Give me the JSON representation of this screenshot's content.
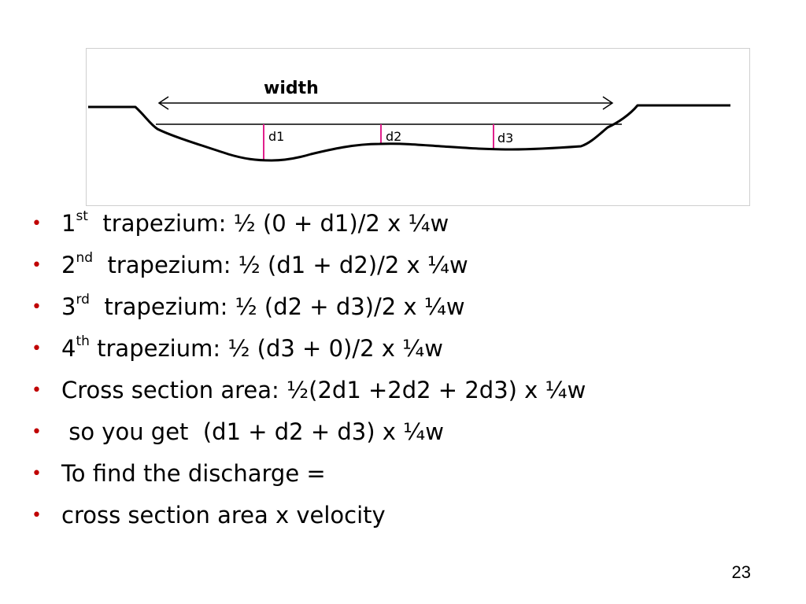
{
  "slide": {
    "page_number": "23",
    "bullet_color": "#c00000",
    "marker_color": "#e0208c"
  },
  "diagram": {
    "width_label": "width",
    "depth_labels": [
      "d1",
      "d2",
      "d3"
    ]
  },
  "bullets": [
    {
      "ord": "1",
      "sup": "st",
      "text": "  trapezium: ½ (0 + d1)/2 x ¼w"
    },
    {
      "ord": "2",
      "sup": "nd",
      "text": "  trapezium: ½ (d1 + d2)/2 x ¼w"
    },
    {
      "ord": "3",
      "sup": "rd",
      "text": "  trapezium: ½ (d2 + d3)/2 x ¼w"
    },
    {
      "ord": "4",
      "sup": "th",
      "text": " trapezium: ½ (d3 + 0)/2 x ¼w"
    },
    {
      "ord": "",
      "sup": "",
      "text": "Cross section area: ½(2d1 +2d2 + 2d3) x ¼w"
    },
    {
      "ord": "",
      "sup": "",
      "text": " so you get  (d1 + d2 + d3) x ¼w"
    },
    {
      "ord": "",
      "sup": "",
      "text": "To find the discharge ="
    },
    {
      "ord": "",
      "sup": "",
      "text": "cross section area x velocity"
    }
  ]
}
